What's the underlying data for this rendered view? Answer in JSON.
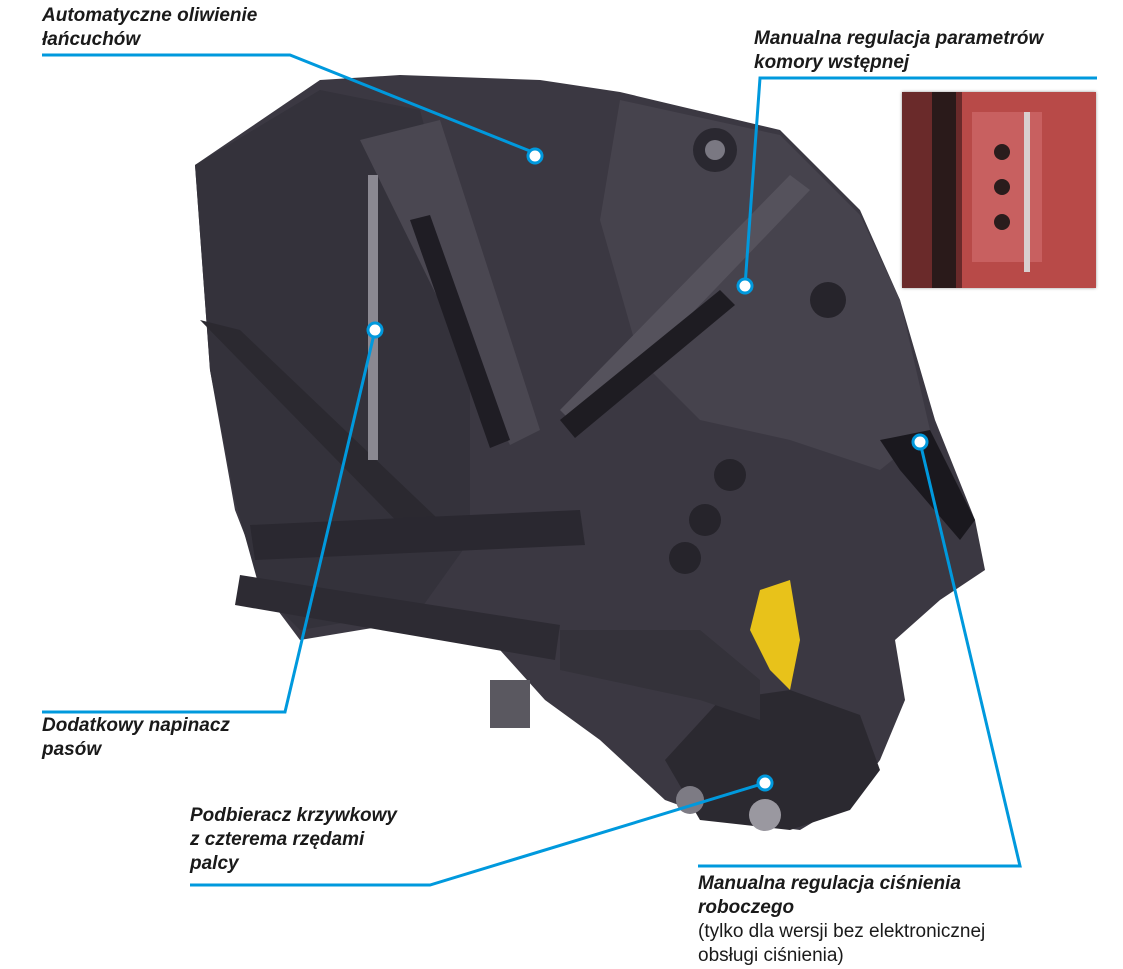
{
  "labels": {
    "oiling": {
      "line1": "Automatyczne oliwienie",
      "line2": "łańcuchów"
    },
    "prechamber": {
      "line1": "Manualna regulacja parametrów",
      "line2": "komory wstępnej"
    },
    "tensioner": {
      "line1": "Dodatkowy napinacz",
      "line2": "pasów"
    },
    "pickup": {
      "line1": "Podbieracz krzywkowy",
      "line2": "z czterema rzędami",
      "line3": "palcy"
    },
    "pressure": {
      "line1": "Manualna regulacja ciśnienia",
      "line2": "roboczego",
      "note1": "(tylko dla wersji bez elektronicznej",
      "note2": "obsługi ciśnienia)"
    }
  },
  "colors": {
    "leader": "#0099dd",
    "machine_body": "#3b3842",
    "machine_dark": "#24222a",
    "accent_yellow": "#e8c21a",
    "inset_red": "#b84a48"
  }
}
